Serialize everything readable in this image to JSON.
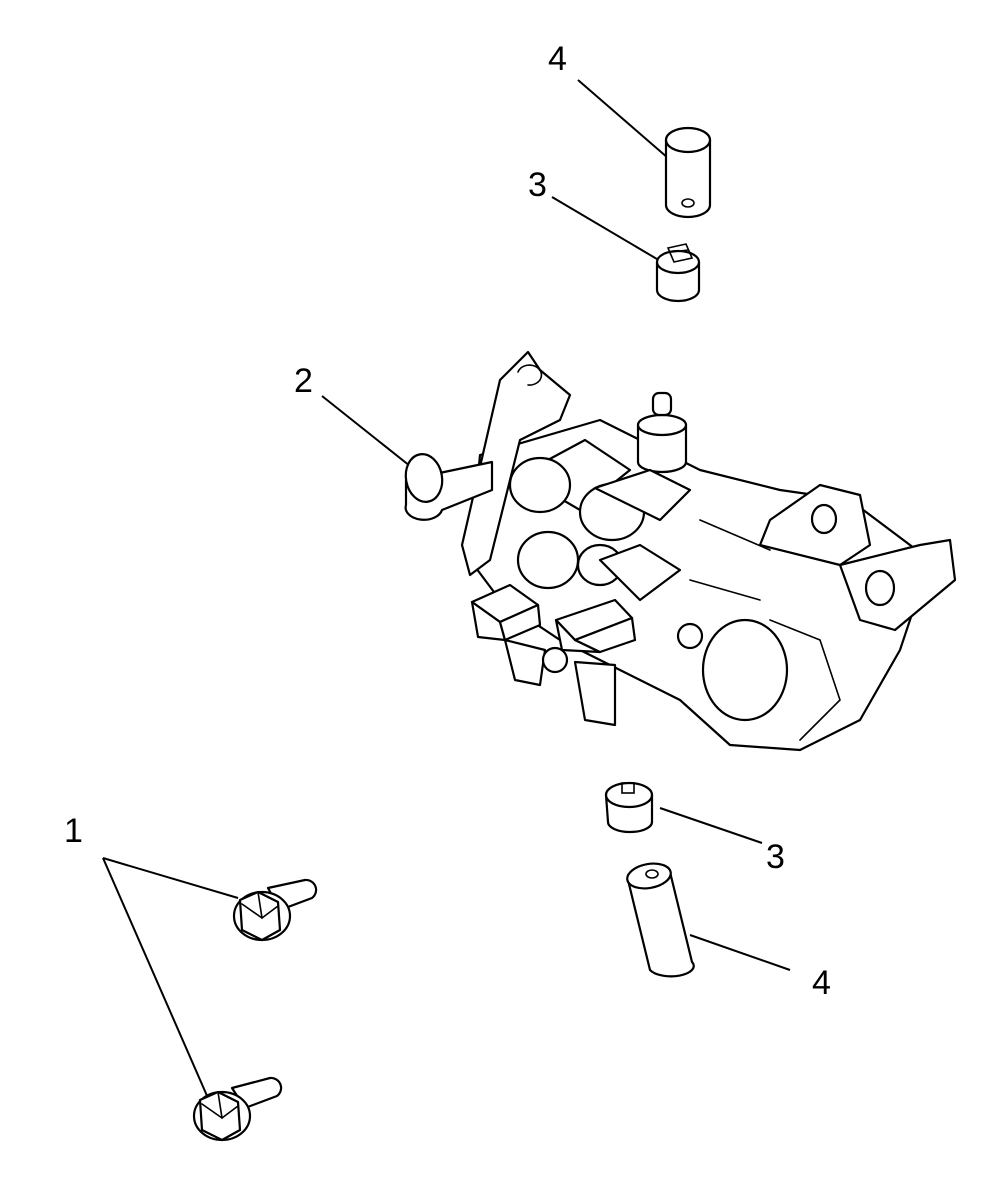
{
  "diagram": {
    "callouts": [
      {
        "id": "callout-1",
        "label": "1"
      },
      {
        "id": "callout-2",
        "label": "2"
      },
      {
        "id": "callout-3-top",
        "label": "3"
      },
      {
        "id": "callout-4-top",
        "label": "4"
      },
      {
        "id": "callout-3-bottom",
        "label": "3"
      },
      {
        "id": "callout-4-bottom",
        "label": "4"
      }
    ],
    "parts": [
      {
        "number": "1",
        "icon": "flange-bolt-icon",
        "count": 2
      },
      {
        "number": "2",
        "icon": "valve-block-assembly-icon",
        "count": 1
      },
      {
        "number": "3",
        "icon": "hose-clamp-icon",
        "count": 2
      },
      {
        "number": "4",
        "icon": "hose-sleeve-icon",
        "count": 2
      }
    ]
  }
}
